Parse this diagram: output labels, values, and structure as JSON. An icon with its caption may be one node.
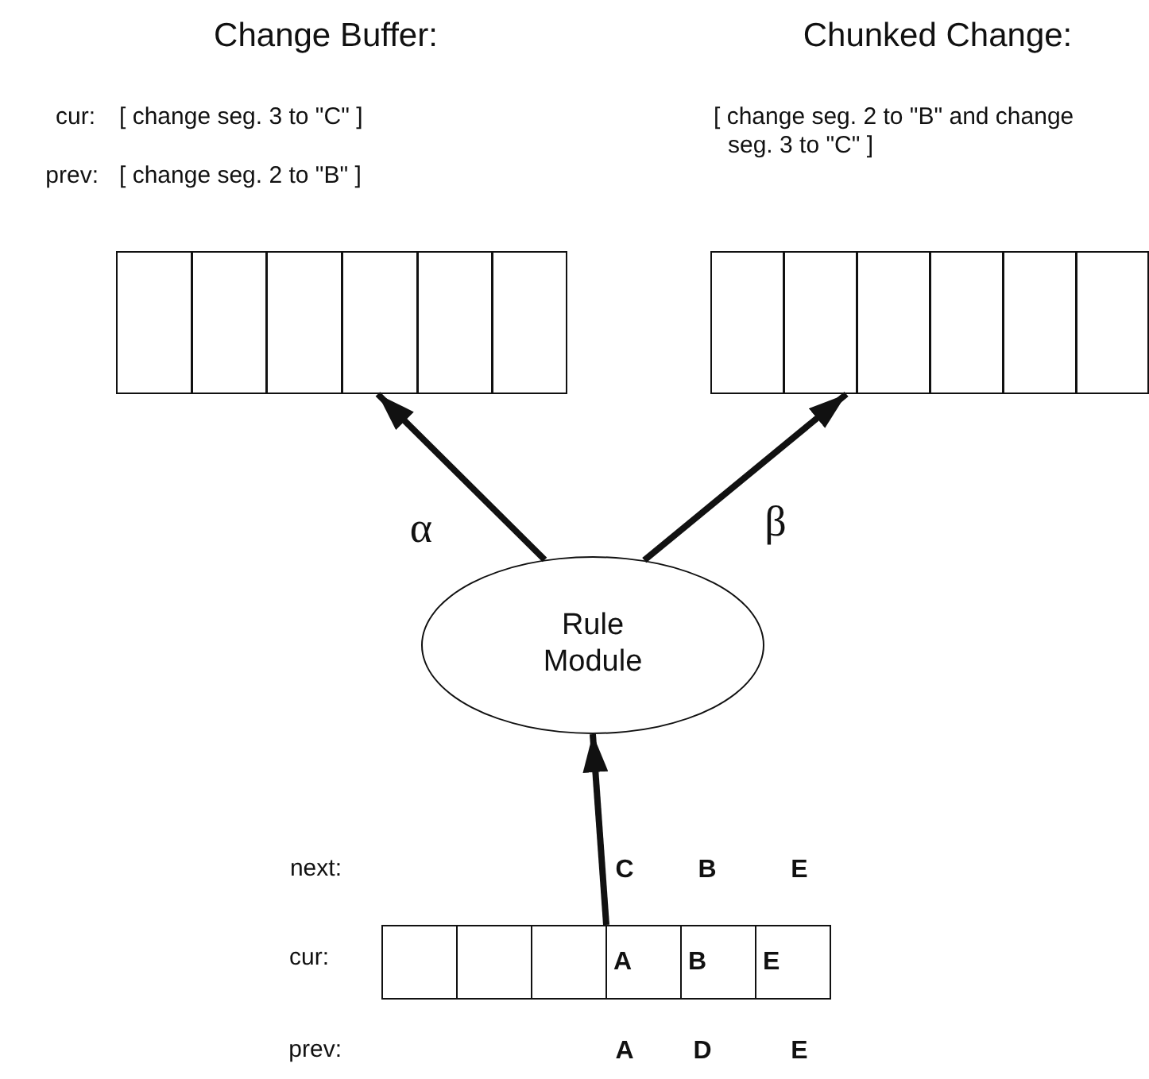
{
  "diagram": {
    "nodes": [
      {
        "text": [],
        "shape": "box"
      },
      {
        "text": [],
        "shape": "box"
      },
      {
        "text": [
          "Rule Module"
        ]
      },
      {
        "text": [],
        "shape": "box"
      },
      {
        "text": [],
        "shape": "box",
        "in": 3
      },
      {
        "text": [],
        "shape": "box",
        "in": 3
      },
      {
        "text": [],
        "shape": "box",
        "in": 3
      },
      {
        "text": [
          "A"
        ],
        "in": 3
      },
      {
        "text": [
          "B"
        ],
        "in": 3
      },
      {
        "text": [
          "E"
        ],
        "in": 3
      }
    ],
    "edges": [
      {
        "from": 2,
        "to": 0,
        "arrow": "to",
        "label": "α"
      },
      {
        "from": 2,
        "to": 1,
        "arrow": "to",
        "label": "β"
      },
      {
        "from": 3,
        "to": 2,
        "arrow": "to"
      }
    ],
    "labels": [
      "Change Buffer:",
      "Chunked Change:",
      "cur:",
      "[ change seg. 3 to \"C\" ]",
      "[ change seg. 2 to \"B\" and change seg. 3 to \"C\" ]",
      "prev:",
      "[ change seg. 2 to \"B\" ]",
      "next:",
      "C",
      "B",
      "E",
      "cur:",
      "prev:",
      "A",
      "D",
      "E"
    ]
  }
}
